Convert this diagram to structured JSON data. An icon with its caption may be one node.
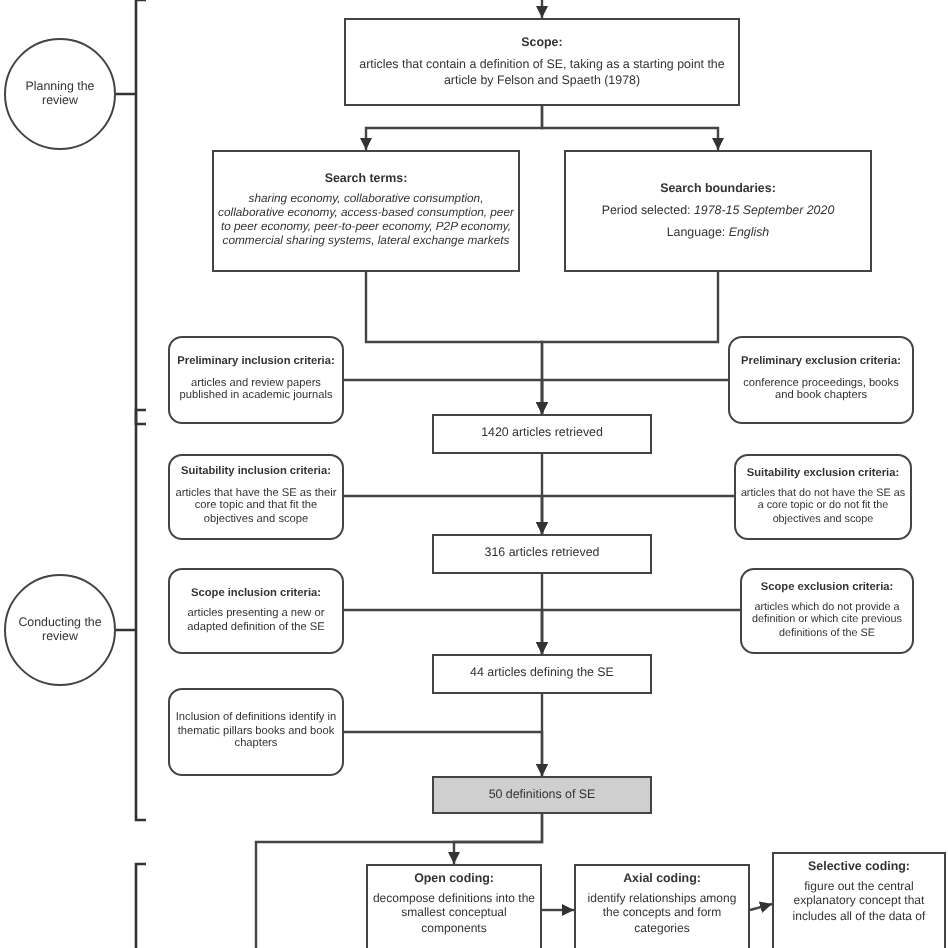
{
  "diagram": {
    "nodes": [
      {
        "text": [
          "Scope:",
          "articles that contain a definition of SE, taking as a starting point the article by Felson and Spaeth (1978)"
        ]
      },
      {
        "text": [
          "Planning the review"
        ]
      },
      {
        "text": [
          "Search terms:",
          "sharing economy, collaborative consumption, collaborative economy, access-based consumption, peer to peer economy, peer-to-peer economy, P2P economy, commercial sharing systems, lateral exchange markets"
        ]
      },
      {
        "text": [
          "Search boundaries:",
          "Period selected: *1978-15 September 2020*",
          "Language: *English*"
        ]
      },
      {
        "text": [
          "Preliminary inclusion criteria:",
          "articles and review papers published in academic journals"
        ]
      },
      {
        "text": [
          "Preliminary exclusion criteria:",
          "conference proceedings, books and book chapters"
        ]
      },
      {
        "text": [
          "1420 articles retrieved"
        ]
      },
      {
        "text": [
          "Suitability inclusion criteria:",
          "articles that have the SE as their core topic and that fit the objectives and scope"
        ]
      },
      {
        "text": [
          "Suitability exclusion criteria:",
          "articles that do not have the SE as a core topic or do not fit the objectives and scope"
        ]
      },
      {
        "text": [
          "316 articles retrieved"
        ]
      },
      {
        "text": [
          "Conducting the review"
        ]
      },
      {
        "text": [
          "Scope inclusion criteria:",
          "articles presenting a new or adapted definition of the SE"
        ]
      },
      {
        "text": [
          "Scope exclusion criteria:",
          "articles which do not provide a definition or which cite previous definitions of the SE"
        ]
      },
      {
        "text": [
          "44 articles defining the SE"
        ]
      },
      {
        "text": [
          "Inclusion of definitions identify in thematic pillars books and book chapters"
        ]
      },
      {
        "text": [
          "50 definitions of SE"
        ]
      },
      {
        "text": [
          "Open coding:",
          "decompose definitions into the smallest conceptual components"
        ]
      },
      {
        "text": [
          "Axial coding:",
          "identify relationships among the concepts and form categories"
        ]
      },
      {
        "text": [
          "Selective coding:",
          "figure out the central explanatory concept that includes all of the data of"
        ]
      }
    ],
    "edges": [
      {
        "from": null,
        "to": 0,
        "arrow": "to"
      },
      {
        "from": 0,
        "to": 2,
        "arrow": "to"
      },
      {
        "from": 0,
        "to": 3,
        "arrow": "to"
      },
      {
        "from": 2,
        "to": 6,
        "arrow": "to"
      },
      {
        "from": 3,
        "to": 6,
        "arrow": "to"
      },
      {
        "from": 4,
        "to": 6,
        "arrow": "to"
      },
      {
        "from": 5,
        "to": 6,
        "arrow": "to"
      },
      {
        "from": 6,
        "to": 9,
        "arrow": "to"
      },
      {
        "from": 7,
        "to": 9,
        "arrow": "to"
      },
      {
        "from": 8,
        "to": 9,
        "arrow": "to"
      },
      {
        "from": 9,
        "to": 13,
        "arrow": "to"
      },
      {
        "from": 11,
        "to": 13,
        "arrow": "to"
      },
      {
        "from": 12,
        "to": 13,
        "arrow": "to"
      },
      {
        "from": 13,
        "to": 15,
        "arrow": "to"
      },
      {
        "from": 14,
        "to": 15,
        "arrow": "to"
      },
      {
        "from": 15,
        "to": 16,
        "arrow": "to"
      },
      {
        "from": 15,
        "to": null,
        "arrow": "none"
      },
      {
        "from": 16,
        "to": 17,
        "arrow": "to"
      },
      {
        "from": 17,
        "to": 18,
        "arrow": "to"
      }
    ]
  }
}
